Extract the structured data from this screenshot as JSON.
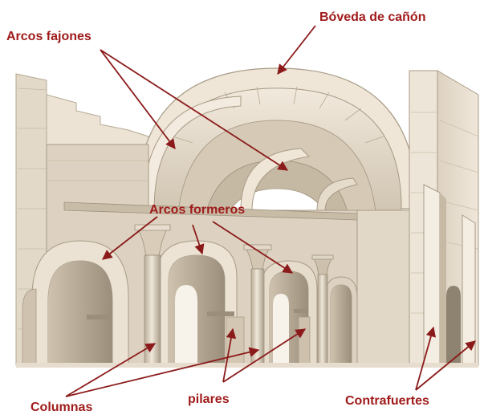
{
  "labels": {
    "boveda": "Bóveda de cañón",
    "fajones": "Arcos fajones",
    "formeros": "Arcos formeros",
    "columnas": "Columnas",
    "pilares": "pilares",
    "contrafuertes": "Contrafuertes"
  },
  "colors": {
    "label": "#a01b1b",
    "arrow": "#8b1a1a",
    "stone_light": "#e9e0d2",
    "stone_mid": "#d8ccba",
    "stone_shadow": "#b8ab96",
    "stone_dark": "#8e8270"
  }
}
